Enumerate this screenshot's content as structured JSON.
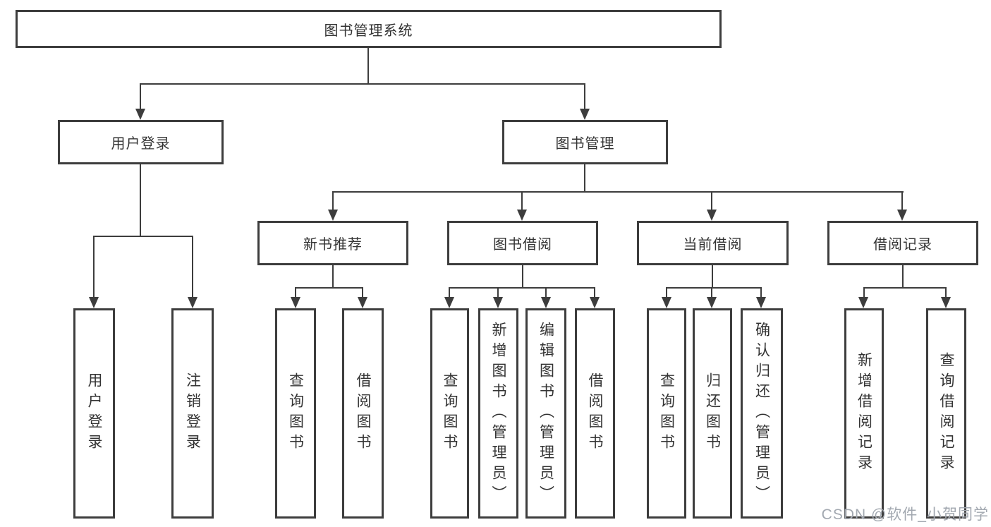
{
  "colors": {
    "background": "#ffffff",
    "line": "#3d3d3d",
    "text": "#333333",
    "watermark": "#a2a8b0"
  },
  "watermark": {
    "text": "CSDN @软件_小贺同学"
  },
  "tree": {
    "root": {
      "label": "图书管理系统"
    },
    "branches": [
      {
        "label": "用户登录",
        "children": [
          {
            "label": "用户登录"
          },
          {
            "label": "注销登录"
          }
        ]
      },
      {
        "label": "图书管理",
        "children": [
          {
            "label": "新书推荐",
            "children": [
              {
                "label": "查询图书"
              },
              {
                "label": "借阅图书"
              }
            ]
          },
          {
            "label": "图书借阅",
            "children": [
              {
                "label": "查询图书"
              },
              {
                "label": "新增图书（管理员）"
              },
              {
                "label": "编辑图书（管理员）"
              },
              {
                "label": "借阅图书"
              }
            ]
          },
          {
            "label": "当前借阅",
            "children": [
              {
                "label": "查询图书"
              },
              {
                "label": "归还图书"
              },
              {
                "label": "确认归还（管理员）"
              }
            ]
          },
          {
            "label": "借阅记录",
            "children": [
              {
                "label": "新增借阅记录"
              },
              {
                "label": "查询借阅记录"
              }
            ]
          }
        ]
      }
    ]
  }
}
